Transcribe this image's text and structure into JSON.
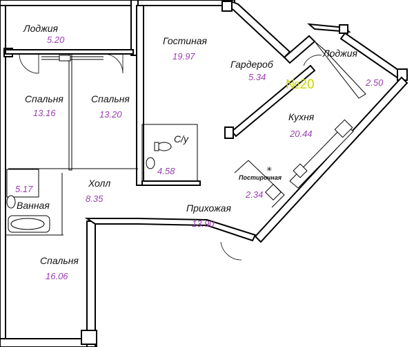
{
  "apartment": {
    "number": "№20",
    "accent_color": "#c9d400",
    "area_color": "#9a3fb0"
  },
  "rooms": {
    "loggia_left": {
      "name": "Лоджия",
      "area": "5.20"
    },
    "living": {
      "name": "Гостиная",
      "area": "19.97"
    },
    "wardrobe": {
      "name": "Гардероб",
      "area": "5.34"
    },
    "loggia_right": {
      "name": "Лоджия",
      "area": "2.50"
    },
    "bedroom_1": {
      "name": "Спальня",
      "area": "13.16"
    },
    "bedroom_2": {
      "name": "Спальня",
      "area": "13.20"
    },
    "wc": {
      "name": "С/у",
      "area": "4.58"
    },
    "kitchen": {
      "name": "Кухня",
      "area": "20.44"
    },
    "laundry": {
      "name": "Постирочная",
      "area": "2.34"
    },
    "hall": {
      "name": "Холл",
      "area": "8.35"
    },
    "bath": {
      "name": "Ванная",
      "area": "5.17"
    },
    "entrance": {
      "name": "Прихожая",
      "area": "13.90"
    },
    "bedroom_3": {
      "name": "Спальня",
      "area": "16.06"
    }
  }
}
